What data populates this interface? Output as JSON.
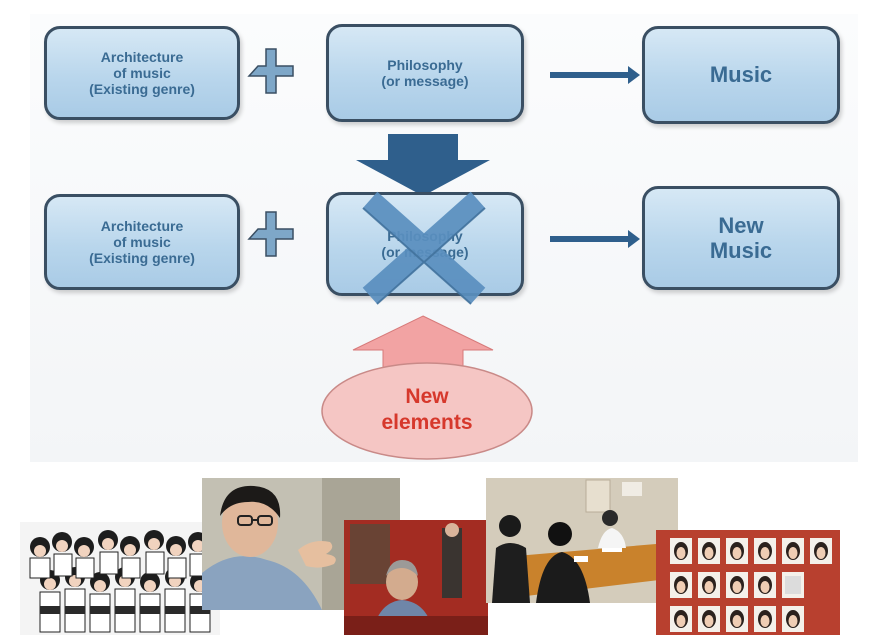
{
  "diagram": {
    "row1": {
      "left_box": [
        "Architecture",
        "of music",
        "(Existing genre)"
      ],
      "plus": "+",
      "middle_box": [
        "Philosophy",
        "(or message)"
      ],
      "right_box": [
        "Music"
      ]
    },
    "row2": {
      "left_box": [
        "Architecture",
        "of music",
        "(Existing genre)"
      ],
      "plus": "+",
      "middle_box": [
        "Philosophy",
        "(or message)"
      ],
      "right_box": [
        "New",
        "Music"
      ]
    },
    "new_elements": [
      "New",
      "elements"
    ],
    "colors": {
      "box_fill": "#b9d6ec",
      "box_text": "#3a6b93",
      "box_border": "#3a4f63",
      "down_arrow": "#2f5f8c",
      "up_arrow": "#f2a3a3",
      "cross": "#5a8fbf",
      "new_elements_text": "#d6382c"
    }
  },
  "photos": [
    {
      "name": "group-of-performers"
    },
    {
      "name": "man-with-glasses-gesturing"
    },
    {
      "name": "man-seated-red-room"
    },
    {
      "name": "meeting-around-table"
    },
    {
      "name": "wall-of-portraits"
    }
  ]
}
